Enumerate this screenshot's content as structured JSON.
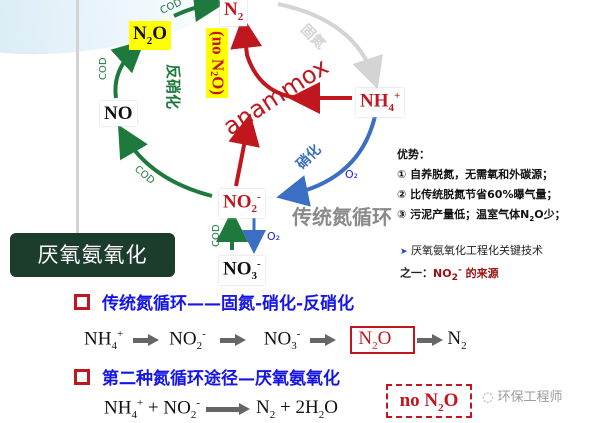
{
  "diagram": {
    "species": {
      "n2": [
        [
          "N",
          ""
        ],
        [
          "2",
          "sub"
        ]
      ],
      "n2o": [
        [
          "N",
          ""
        ],
        [
          "2",
          "sub"
        ],
        [
          "O",
          ""
        ]
      ],
      "no": [
        [
          "NO",
          ""
        ]
      ],
      "nh4": [
        [
          "NH",
          ""
        ],
        [
          "4",
          "sub"
        ],
        [
          "+",
          "sup"
        ]
      ],
      "no2": [
        [
          "NO",
          ""
        ],
        [
          "2",
          "sub"
        ],
        [
          "-",
          "sup"
        ]
      ],
      "no3": [
        [
          "NO",
          ""
        ],
        [
          "3",
          "sub"
        ],
        [
          "-",
          "sup"
        ]
      ],
      "no_n2o_vertical": [
        [
          "(no N",
          ""
        ],
        [
          "2",
          "sub"
        ],
        [
          "O)",
          ""
        ]
      ]
    },
    "labels": {
      "cod": "COD",
      "o2": "O₂",
      "anammox": "anammox",
      "traditional_cycle": "传统氮循环",
      "denitrification": "反硝化",
      "nitrification": "硝化",
      "fixation": "固氮"
    },
    "colors": {
      "denitrification": "#1e7a3c",
      "nitrification": "#3a6fc4",
      "fixation": "#d4d4d4",
      "anammox": "#c0161d"
    }
  },
  "title": "厌氧氨氧化",
  "advantages": {
    "heading": "优势：",
    "items": [
      [
        [
          "① 自养脱氮，无需氧和外碳源；",
          ""
        ]
      ],
      [
        [
          "② 比传统脱氮节省60%曝气量；",
          ""
        ]
      ],
      [
        [
          "③ 污泥产量低；温室气体N",
          ""
        ],
        [
          "2",
          "sub"
        ],
        [
          "O少；",
          ""
        ]
      ]
    ]
  },
  "key_tech": {
    "bullet": "➤",
    "line1": "厌氧氨氧化工程化关键技术",
    "line2_prefix": "之一：",
    "line2_source": [
      [
        "NO",
        ""
      ],
      [
        "2",
        "sub"
      ],
      [
        "-",
        "sup"
      ],
      [
        " 的来源",
        ""
      ]
    ]
  },
  "sections": [
    {
      "heading": "传统氮循环——固氮-硝化-反硝化",
      "equation": {
        "nh4": [
          [
            "NH",
            ""
          ],
          [
            "4",
            "sub"
          ],
          [
            "+",
            "sup"
          ]
        ],
        "no2": [
          [
            "NO",
            ""
          ],
          [
            "2",
            "sub"
          ],
          [
            "-",
            "sup"
          ]
        ],
        "no3": [
          [
            "NO",
            ""
          ],
          [
            "3",
            "sub"
          ],
          [
            "-",
            "sup"
          ]
        ],
        "n2o": [
          [
            "N",
            ""
          ],
          [
            "2",
            "sub"
          ],
          [
            "O",
            ""
          ]
        ],
        "n2": [
          [
            "N",
            ""
          ],
          [
            "2",
            "sub"
          ]
        ]
      }
    },
    {
      "heading": "第二种氮循环途径—厌氧氨氧化",
      "equation": {
        "lhs": [
          [
            "NH",
            ""
          ],
          [
            "4",
            "sub"
          ],
          [
            "+",
            "sup"
          ],
          [
            " + NO",
            ""
          ],
          [
            "2",
            "sub"
          ],
          [
            "-",
            "sup"
          ]
        ],
        "rhs": [
          [
            "N",
            ""
          ],
          [
            "2",
            "sub"
          ],
          [
            " + 2H",
            ""
          ],
          [
            "2",
            "sub"
          ],
          [
            "O",
            ""
          ]
        ]
      },
      "note": [
        [
          "no N",
          ""
        ],
        [
          "2",
          "sub"
        ],
        [
          "O",
          ""
        ]
      ]
    }
  ],
  "watermark": "环保工程师"
}
